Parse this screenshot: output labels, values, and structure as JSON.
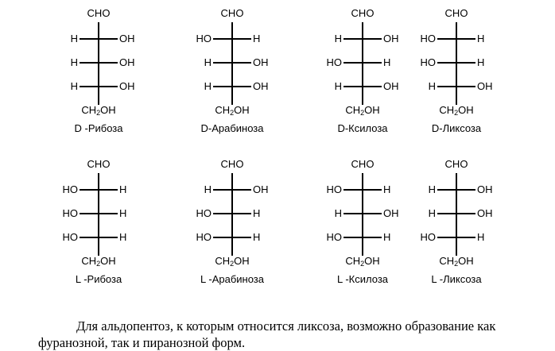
{
  "structures": [
    {
      "name": "D -Рибоза",
      "top": "CHO",
      "rows": [
        [
          "H",
          "OH"
        ],
        [
          "H",
          "OH"
        ],
        [
          "H",
          "OH"
        ]
      ],
      "bottom": "CH2OH"
    },
    {
      "name": "D-Арабиноза",
      "top": "CHO",
      "rows": [
        [
          "HO",
          "H"
        ],
        [
          "H",
          "OH"
        ],
        [
          "H",
          "OH"
        ]
      ],
      "bottom": "CH2OH"
    },
    {
      "name": "D-Ксилоза",
      "top": "CHO",
      "rows": [
        [
          "H",
          "OH"
        ],
        [
          "HO",
          "H"
        ],
        [
          "H",
          "OH"
        ]
      ],
      "bottom": "CH2OH"
    },
    {
      "name": "D-Ликсоза",
      "top": "CHO",
      "rows": [
        [
          "HO",
          "H"
        ],
        [
          "HO",
          "H"
        ],
        [
          "H",
          "OH"
        ]
      ],
      "bottom": "CH2OH"
    },
    {
      "name": "L -Рибоза",
      "top": "CHO",
      "rows": [
        [
          "HO",
          "H"
        ],
        [
          "HO",
          "H"
        ],
        [
          "HO",
          "H"
        ]
      ],
      "bottom": "CH2OH"
    },
    {
      "name": "L -Арабиноза",
      "top": "CHO",
      "rows": [
        [
          "H",
          "OH"
        ],
        [
          "HO",
          "H"
        ],
        [
          "HO",
          "H"
        ]
      ],
      "bottom": "CH2OH"
    },
    {
      "name": "L -Ксилоза",
      "top": "CHO",
      "rows": [
        [
          "HO",
          "H"
        ],
        [
          "H",
          "OH"
        ],
        [
          "HO",
          "H"
        ]
      ],
      "bottom": "CH2OH"
    },
    {
      "name": "L -Ликсоза",
      "top": "CHO",
      "rows": [
        [
          "H",
          "OH"
        ],
        [
          "H",
          "OH"
        ],
        [
          "HO",
          "H"
        ]
      ],
      "bottom": "CH2OH"
    }
  ],
  "paragraph": "Для альдопентоз, к которым относится ликсоза, возможно образование как фуранозной, так и пиранозной форм."
}
